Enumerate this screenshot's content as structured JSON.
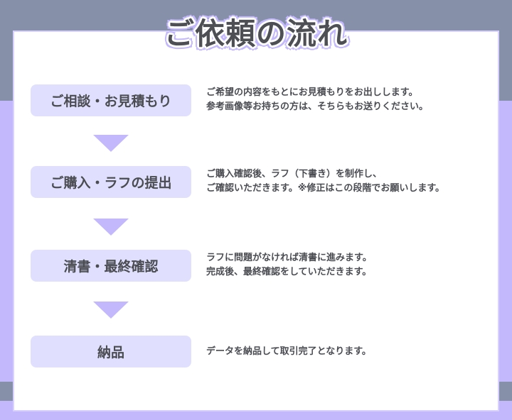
{
  "title": "ご依頼の流れ",
  "steps": [
    {
      "label": "ご相談・お見積もり",
      "desc": [
        "ご希望の内容をもとにお見積もりをお出しします。",
        "参考画像等お持ちの方は、そちらもお送りください。"
      ]
    },
    {
      "label": "ご購入・ラフの提出",
      "desc": [
        "ご購入確認後、ラフ（下書き）を制作し、",
        "ご確認いただきます。※修正はこの段階でお願いします。"
      ]
    },
    {
      "label": "清書・最終確認",
      "desc": [
        "ラフに問題がなければ清書に進みます。",
        "完成後、最終確認をしていただきます。"
      ]
    },
    {
      "label": "納品",
      "desc": [
        "データを納品して取引完了となります。"
      ]
    }
  ],
  "colors": {
    "accent": "#c4b8fc",
    "step_bg": "#e0e0fe",
    "header_bg": "#8690a8",
    "text": "#4a4c52"
  }
}
